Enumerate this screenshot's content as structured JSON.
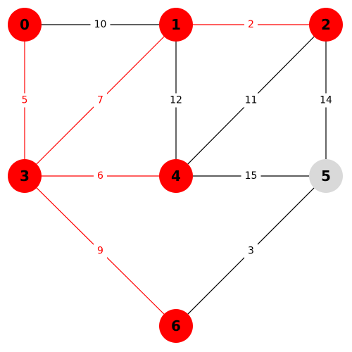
{
  "colors": {
    "highlight": "#ff0000",
    "normal_edge": "#000000",
    "unvisited_node": "#d9d9d9",
    "visited_node": "#ff0000"
  },
  "nodes": [
    {
      "id": "n0",
      "label": "0",
      "state": "visited"
    },
    {
      "id": "n1",
      "label": "1",
      "state": "visited"
    },
    {
      "id": "n2",
      "label": "2",
      "state": "visited"
    },
    {
      "id": "n3",
      "label": "3",
      "state": "visited"
    },
    {
      "id": "n4",
      "label": "4",
      "state": "visited"
    },
    {
      "id": "n5",
      "label": "5",
      "state": "unvisited"
    },
    {
      "id": "n6",
      "label": "6",
      "state": "visited"
    }
  ],
  "edges": [
    {
      "from": "0",
      "to": "1",
      "weight": "10",
      "highlighted": false
    },
    {
      "from": "1",
      "to": "2",
      "weight": "2",
      "highlighted": true
    },
    {
      "from": "0",
      "to": "3",
      "weight": "5",
      "highlighted": true
    },
    {
      "from": "1",
      "to": "3",
      "weight": "7",
      "highlighted": true
    },
    {
      "from": "1",
      "to": "4",
      "weight": "12",
      "highlighted": false
    },
    {
      "from": "2",
      "to": "4",
      "weight": "11",
      "highlighted": false
    },
    {
      "from": "2",
      "to": "5",
      "weight": "14",
      "highlighted": false
    },
    {
      "from": "3",
      "to": "4",
      "weight": "6",
      "highlighted": true
    },
    {
      "from": "4",
      "to": "5",
      "weight": "15",
      "highlighted": false
    },
    {
      "from": "3",
      "to": "6",
      "weight": "9",
      "highlighted": true
    },
    {
      "from": "5",
      "to": "6",
      "weight": "3",
      "highlighted": false
    }
  ]
}
